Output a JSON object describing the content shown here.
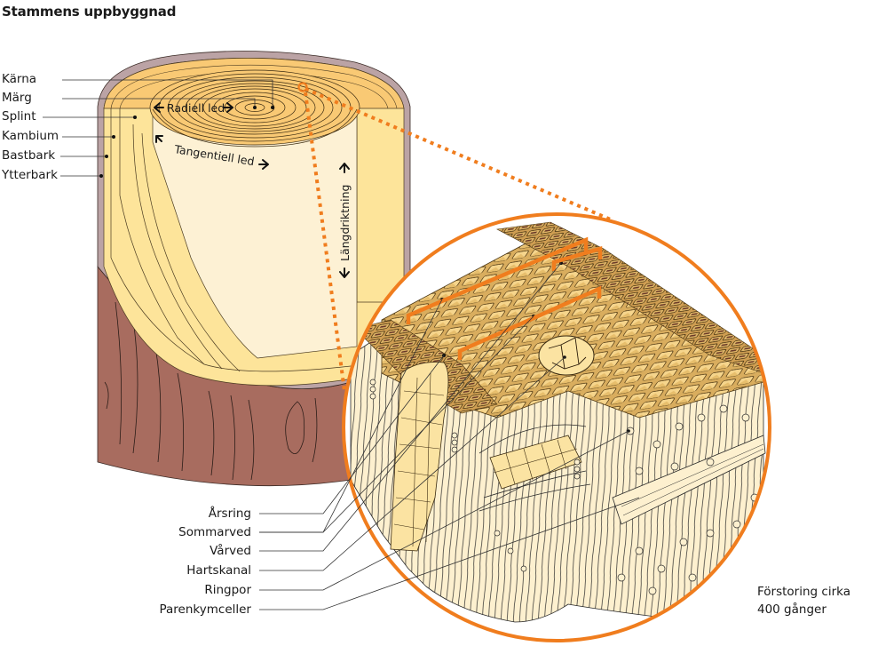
{
  "title": "Stammens uppbyggnad",
  "trunk_labels": [
    "Kärna",
    "Märg",
    "Splint",
    "Kambium",
    "Bastbark",
    "Ytterbark"
  ],
  "direction_labels": {
    "radial": "Radiell led",
    "tangential": "Tangentiell led",
    "longitudinal": "Längdriktning"
  },
  "micro_labels": [
    "Årsring",
    "Sommarved",
    "Vårved",
    "Hartskanal",
    "Ringpor",
    "Parenkymceller"
  ],
  "magnification_note": [
    "Förstoring cirka",
    "400 gånger"
  ],
  "colors": {
    "accent_orange": "#f07d1e",
    "bark": "#a86c5f",
    "bark_inner": "#bba3a5",
    "sapwood": "#fde49a",
    "heartwood_top": "#f9c974",
    "core_side": "#fdf1d4",
    "cell_brown": "#dcb060",
    "micro_bg": "#fdf0cf"
  }
}
